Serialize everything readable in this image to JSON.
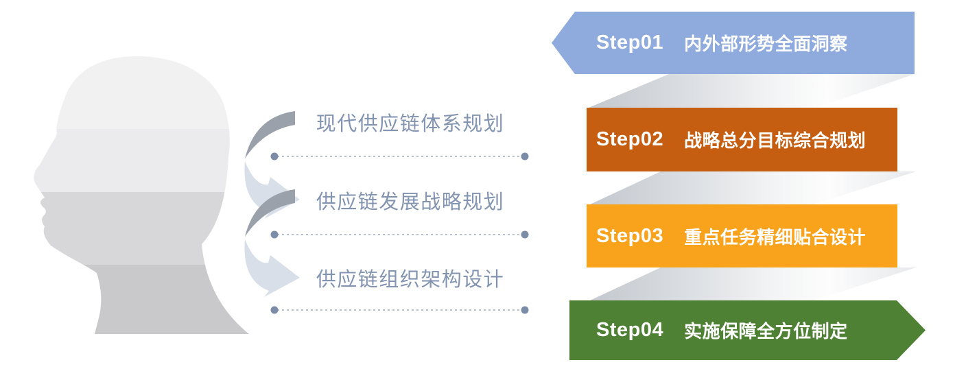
{
  "labels": [
    {
      "text": "现代供应链体系规划"
    },
    {
      "text": "供应链发展战略规划"
    },
    {
      "text": "供应链组织架构设计"
    }
  ],
  "steps": [
    {
      "num": "Step01",
      "title": "内外部形势全面洞察",
      "color": "#8FAADC"
    },
    {
      "num": "Step02",
      "title": "战略总分目标综合规划",
      "color": "#C55E11"
    },
    {
      "num": "Step03",
      "title": "重点任务精细贴合设计",
      "color": "#F9A21C"
    },
    {
      "num": "Step04",
      "title": "实施保障全方位制定",
      "color": "#4F8135"
    }
  ],
  "palette": {
    "label_text": "#8394B1",
    "line_dot": "#7B8CA8",
    "line_dash": "#B6C0D0",
    "arrow_dark": "#9AA1AB",
    "arrow_light": "#D9DFE9",
    "banner_text": "#FFFFFF",
    "head_band_1": "#F1F1F2",
    "head_band_2": "#EBEBED",
    "head_band_3": "#D7D7D9",
    "head_band_4": "#C9C9CB",
    "shadow_gray": "#C6CBD1"
  }
}
